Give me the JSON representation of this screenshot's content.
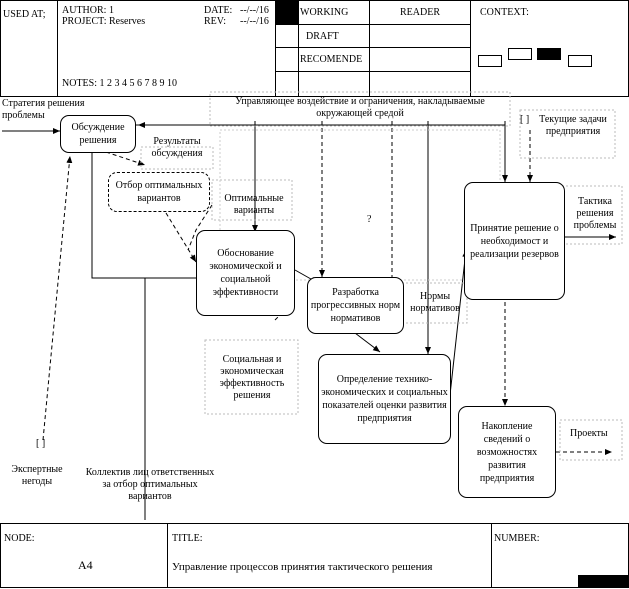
{
  "header": {
    "used_at": "USED AT;",
    "author": "AUTHOR: 1",
    "project": "PROJECT: Reserves",
    "date_label": "DATE:",
    "date_value": "--/--/16",
    "rev_label": "REV:",
    "rev_value": "--/--/16",
    "notes": "NOTES: 1 2 3 4 5 6 7 8 9 10",
    "working": "WORKING",
    "draft": "DRAFT",
    "recommended": "RECOMENDE",
    "reader": "READER",
    "context": "CONTEXT:"
  },
  "diagram": {
    "boxes": {
      "discussion": "Обсуждение решения",
      "selection": "Отбор оптимальных вариантов",
      "justification": "Обоснование экономической и социальной эффективности",
      "norms_dev": "Разработка прогрессивных норм нормативов",
      "indicators": "Определение технико-экономических и социальных показателей оценки развития предприятия",
      "decision": "Принятие решение о необходимост и реализации резервов",
      "accumulation": "Накопление сведений о возможностях развития предприятия"
    },
    "labels": {
      "strategy": "Стратегия решения проблемы",
      "control": "Управляющее воздействие и ограничения, накладываемые окружающей средой",
      "current_tasks": "Текущие задачи предприятия",
      "results": "Результаты обсуждения",
      "optimal": "Оптимальные варианты",
      "question": "?",
      "tactics": "Тактика решения проблемы",
      "norms": "Нормы нормативов",
      "social": "Социальная и экономическая эффективность решения",
      "projects": "Проекты",
      "experts": "Экспертные негоды",
      "collective": "Коллектив лиц ответственных за отбор оптимальных вариантов",
      "bracket_top": "[ ]",
      "bracket_bottom": "[ ]"
    }
  },
  "footer": {
    "node_label": "NODE:",
    "node_value": "A4",
    "title_label": "TITLE:",
    "title_value": "Управление процессов принятия тактического решения",
    "number_label": "NUMBER:"
  }
}
